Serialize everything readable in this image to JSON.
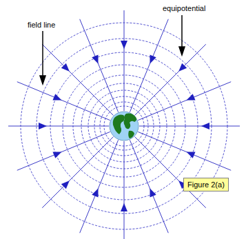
{
  "diagram": {
    "nodes": [
      {
        "text": [
          "Figure 2(a)"
        ]
      }
    ],
    "labels": [
      "field line",
      "equipotential"
    ]
  }
}
